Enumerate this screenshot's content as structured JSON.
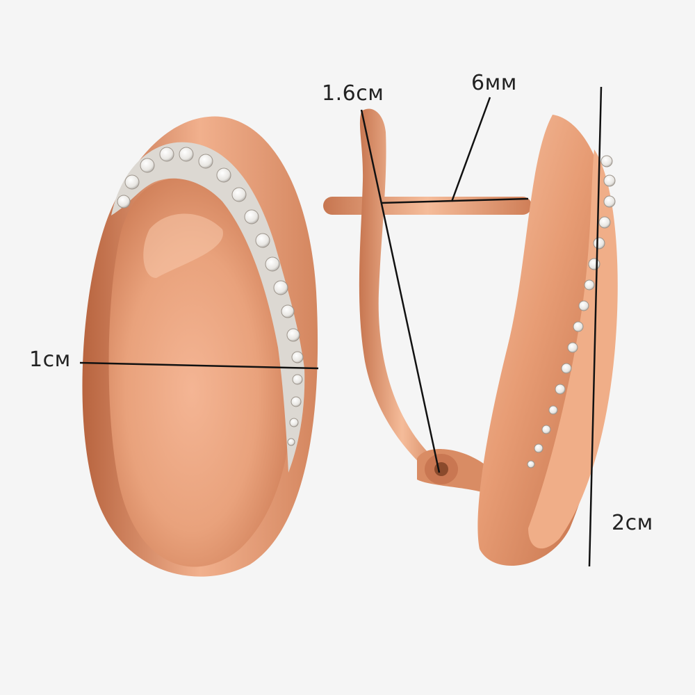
{
  "product": {
    "type": "earrings",
    "metal_color": "#e9a27c",
    "stones_color": "#f2f0ec"
  },
  "dimensions": {
    "width": "1см",
    "hook_length": "1.6см",
    "pin_length": "6мм",
    "height": "2см"
  }
}
